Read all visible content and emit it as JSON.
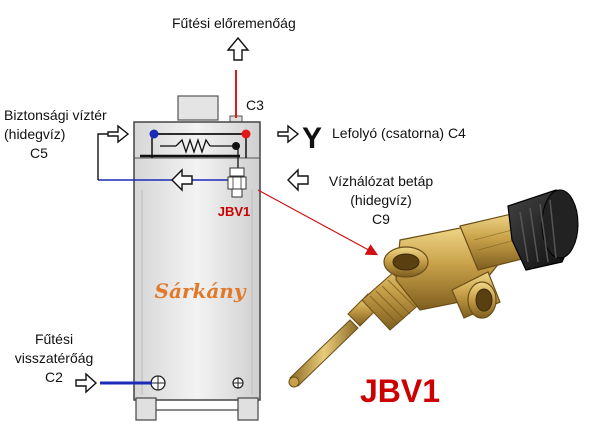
{
  "labels": {
    "flow_top": "Fűtési előremenőág",
    "c3": "C3",
    "safety_line1": "Biztonsági víztér",
    "safety_line2": "(hidegvíz)",
    "c5": "C5",
    "drain": "Lefolyó (csatorna) C4",
    "drain_symbol": "Y",
    "water_line1": "Vízhálózat betáp",
    "water_line2": "(hidegvíz)",
    "c9": "C9",
    "jbv1_small": "JBV1",
    "brand": "Sárkány",
    "return_line1": "Fűtési",
    "return_line2": "visszatérőág",
    "c2": "C2",
    "jbv1_big": "JBV1"
  },
  "colors": {
    "red_text": "#cc0000",
    "brand_orange": "#e07a2a",
    "hot_pipe": "#e01818",
    "cold_pipe": "#1a2bb8",
    "boiler_fill": "#e9e9e9",
    "brass": "#c9a24a",
    "valve_cap": "#1c1c1c"
  },
  "icons": [
    "arrow-up-outline-icon",
    "arrow-right-outline-icon",
    "arrow-left-outline-icon",
    "valve-knob-icon"
  ]
}
